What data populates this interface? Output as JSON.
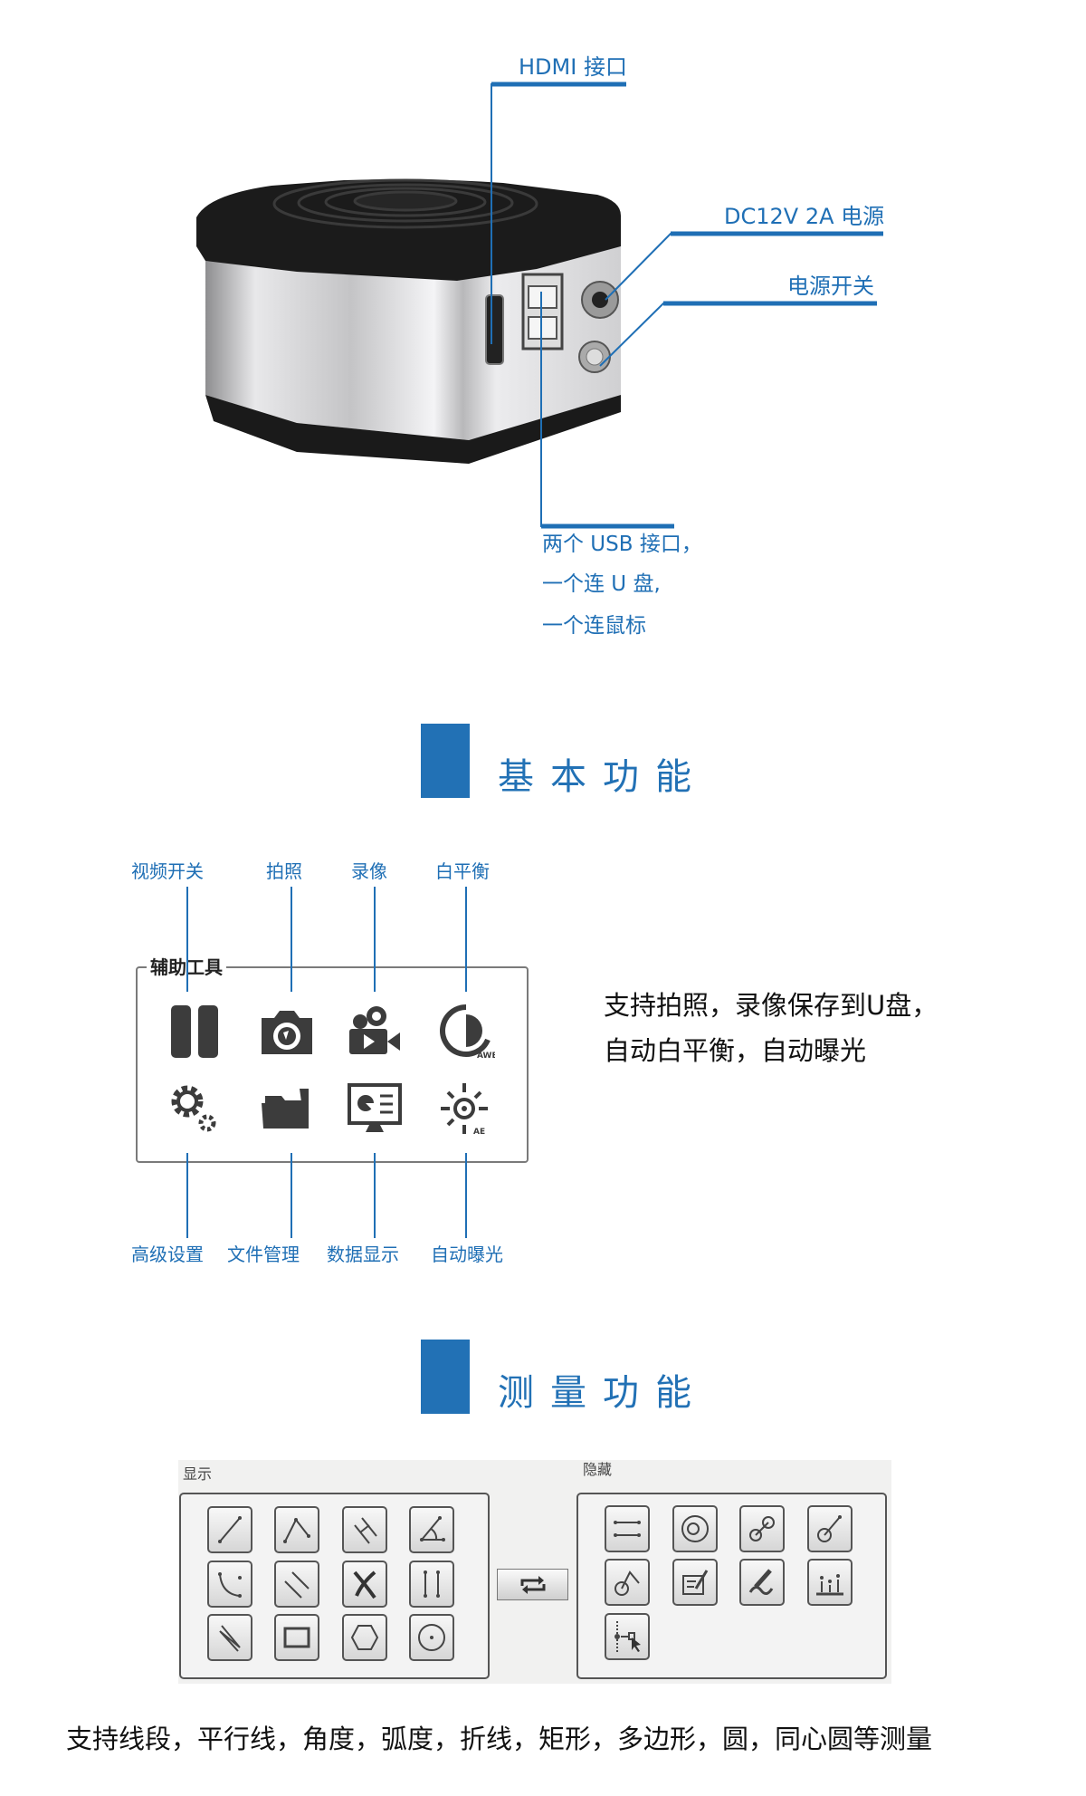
{
  "colors": {
    "accent": "#2271b5",
    "callout": "#1f6fb5"
  },
  "hardware": {
    "hdmi_label": "HDMI 接口",
    "dc_label": "DC12V  2A 电源",
    "power_switch_label": "电源开关",
    "usb_lines": [
      "两个 USB 接口，",
      "一个连 U 盘,",
      "一个连鼠标"
    ]
  },
  "section_basic": {
    "title": "基本功能"
  },
  "aux_tools": {
    "panel_title": "辅助工具",
    "top_labels": [
      "视频开关",
      "拍照",
      "录像",
      "白平衡"
    ],
    "bottom_labels": [
      "高级设置",
      "文件管理",
      "数据显示",
      "自动曝光"
    ],
    "icons": [
      "pause-icon",
      "camera-icon",
      "video-camera-icon",
      "white-balance-icon",
      "settings-gears-icon",
      "folder-icon",
      "data-display-icon",
      "auto-exposure-icon"
    ],
    "awb_text": "AWB",
    "ae_text": "AE",
    "description": [
      "支持拍照，录像保存到U盘，",
      "自动白平衡，自动曝光"
    ]
  },
  "section_measure": {
    "title": "测量功能"
  },
  "measure_tools": {
    "show_label": "显示",
    "hide_label": "隐藏",
    "show_icons": [
      "line-segment-icon",
      "perpendicular-icon",
      "parallel-distance-icon",
      "angle-icon",
      "arc-icon",
      "parallel-lines-icon",
      "delete-icon",
      "vertical-lines-icon",
      "polyline-icon",
      "rectangle-icon",
      "polygon-icon",
      "circle-icon"
    ],
    "hide_icons": [
      "horizontal-lines-icon",
      "concentric-circle-icon",
      "two-circles-icon",
      "circle-line-icon",
      "circle-angle-icon",
      "annotation-icon",
      "freehand-icon",
      "point-count-icon",
      "calibration-icon"
    ],
    "swap_icon": "swap-icon",
    "description": "支持线段，平行线，角度，弧度，折线，矩形，多边形，圆，同心圆等测量"
  }
}
